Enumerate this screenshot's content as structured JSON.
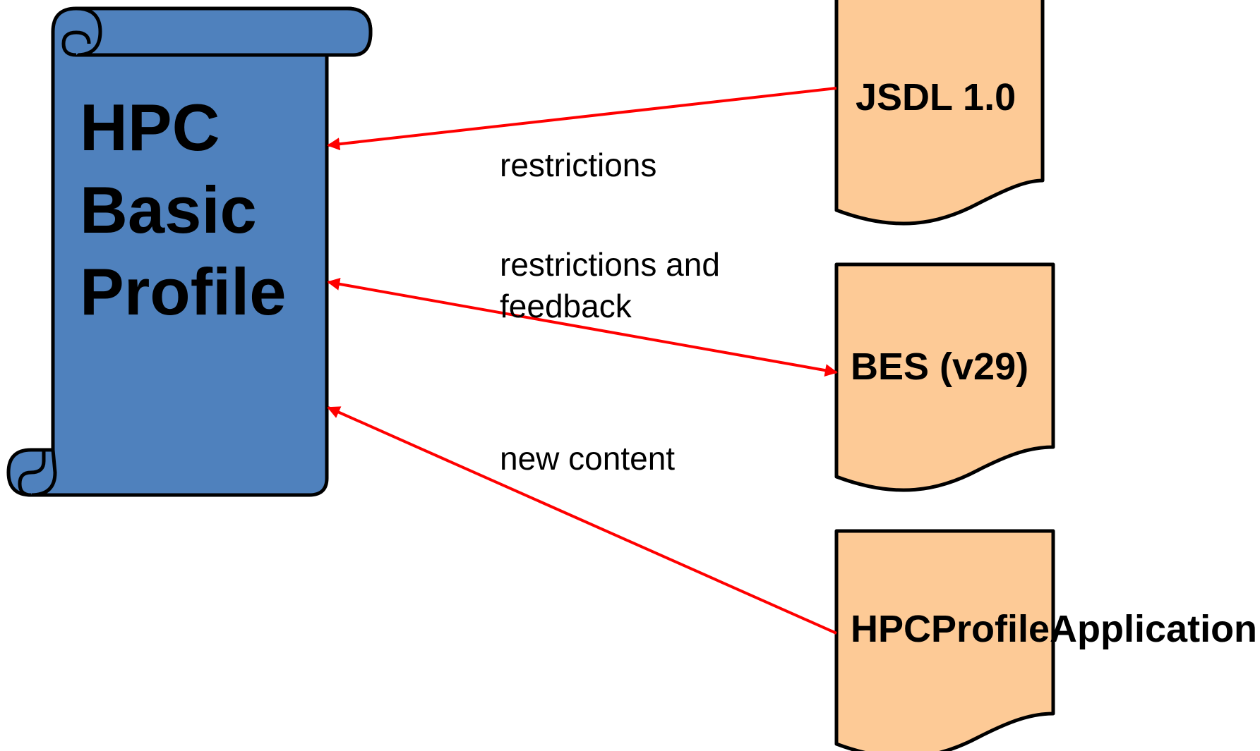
{
  "scroll": {
    "title_lines": [
      "HPC",
      "Basic",
      "Profile"
    ],
    "fill_color": "#4f81bd"
  },
  "documents": {
    "jsdl": {
      "label": "JSDL 1.0"
    },
    "bes": {
      "label": "BES (v29)"
    },
    "app": {
      "label": "HPCProfileApplication"
    },
    "fill_color": "#fdca96"
  },
  "edges": {
    "jsdl_to_profile": {
      "label_lines": [
        "restrictions"
      ]
    },
    "profile_bes": {
      "label_lines": [
        "restrictions and",
        "feedback"
      ]
    },
    "app_to_profile": {
      "label_lines": [
        "new content"
      ]
    },
    "color": "#ff0000"
  }
}
